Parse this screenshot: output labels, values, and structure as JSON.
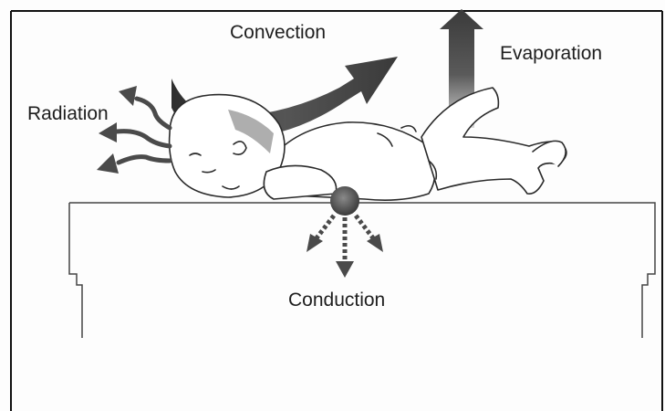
{
  "labels": {
    "convection": "Convection",
    "evaporation": "Evaporation",
    "radiation": "Radiation",
    "conduction": "Conduction"
  },
  "colors": {
    "ink": "#1e1e1e",
    "arrow_dark": "#3f3f3f",
    "arrow_mid": "#6a6a6a",
    "frame": "#111111"
  },
  "icons": {
    "convection_arrow": "curved-arrow-icon",
    "evaporation_arrow": "up-arrow-icon",
    "radiation_arrows": "wavy-arrow-icon",
    "conduction_arrows": "dashed-arrow-icon",
    "subject": "infant-illustration"
  }
}
